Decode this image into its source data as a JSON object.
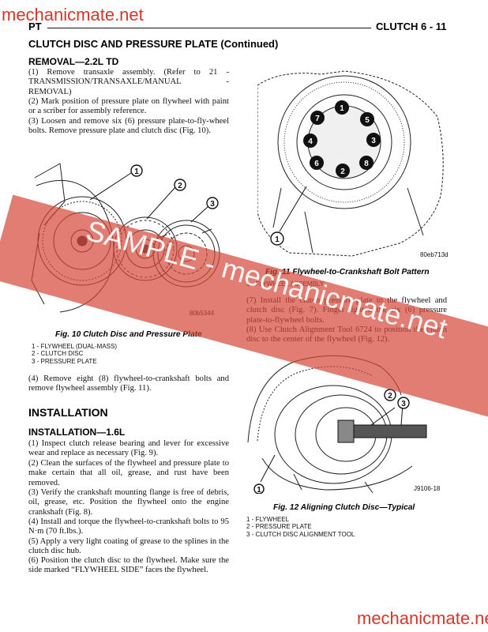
{
  "watermark": {
    "top": "mechanicmate.net",
    "bottom": "mechanicmate.net",
    "banner": "SAMPLE - mechanicmate.net"
  },
  "header": {
    "left": "PT",
    "section": "CLUTCH",
    "page": "6 - 11"
  },
  "title": "CLUTCH DISC AND PRESSURE PLATE (Continued)",
  "removal": {
    "heading": "REMOVAL—2.2L TD",
    "steps": [
      "(1) Remove transaxle assembly. (Refer to 21 - TRANSMISSION/TRANSAXLE/MANUAL - REMOVAL)",
      "(2) Mark position of pressure plate on flywheel with paint or a scriber for assembly reference.",
      "(3) Loosen and remove six (6) pressure plate-to-fly-wheel bolts. Remove pressure plate and clutch disc (Fig. 10)."
    ],
    "step4": "(4) Remove eight (8) flywheel-to-crankshaft bolts and remove flywheel assembly (Fig. 11)."
  },
  "fig10": {
    "caption": "Fig. 10 Clutch Disc and Pressure Plate",
    "code": "80b5344",
    "callouts": [
      "1",
      "2",
      "3"
    ],
    "legend": [
      "1 - FLYWHEEL (DUAL-MASS)",
      "2 - CLUTCH DISC",
      "3 - PRESSURE PLATE"
    ]
  },
  "fig11": {
    "caption": "Fig. 11 Flywheel-to-Crankshaft Bolt Pattern",
    "code": "80eb713d",
    "bolt_numbers": [
      "1",
      "2",
      "3",
      "4",
      "5",
      "6",
      "7",
      "8"
    ],
    "callout": "1",
    "legend": [
      "1 - FLYWHEEL ASSEMBLY"
    ]
  },
  "installation": {
    "heading": "INSTALLATION",
    "subheading": "INSTALLATION—1.6L",
    "steps": [
      "(1) Inspect clutch release bearing and lever for excessive wear and replace as necessary (Fig. 9).",
      "(2) Clean the surfaces of the flywheel and pressure plate to make certain that all oil, grease, and rust have been removed.",
      "(3) Verify the crankshaft mounting flange is free of debris, oil, grease, etc. Position the flywheel onto the engine crankshaft (Fig. 8).",
      "(4) Install and torque the flywheel-to-crankshaft bolts to 95 N·m (70 ft.lbs.).",
      "(5) Apply a very light coating of grease to the splines in the clutch disc hub.",
      "(6) Position the clutch disc to the flywheel. Make sure the side marked “FLYWHEEL SIDE” faces the flywheel."
    ],
    "right_steps": [
      "(7) Install the clutch pressure plate to the flywheel and clutch disc (Fig. 7). Finger tighten the six (6) pressure plate-to-flywheel bolts.",
      "(8) Use Clutch Alignment Tool 6724 to position the clutch disc to the center of the flywheel (Fig. 12)."
    ]
  },
  "fig12": {
    "caption": "Fig. 12 Aligning Clutch Disc—Typical",
    "code": "J9106-18",
    "callouts": [
      "1",
      "2",
      "3"
    ],
    "legend": [
      "1 - FLYWHEEL",
      "2 - PRESSURE PLATE",
      "3 - CLUTCH DISC ALIGNMENT TOOL"
    ]
  }
}
